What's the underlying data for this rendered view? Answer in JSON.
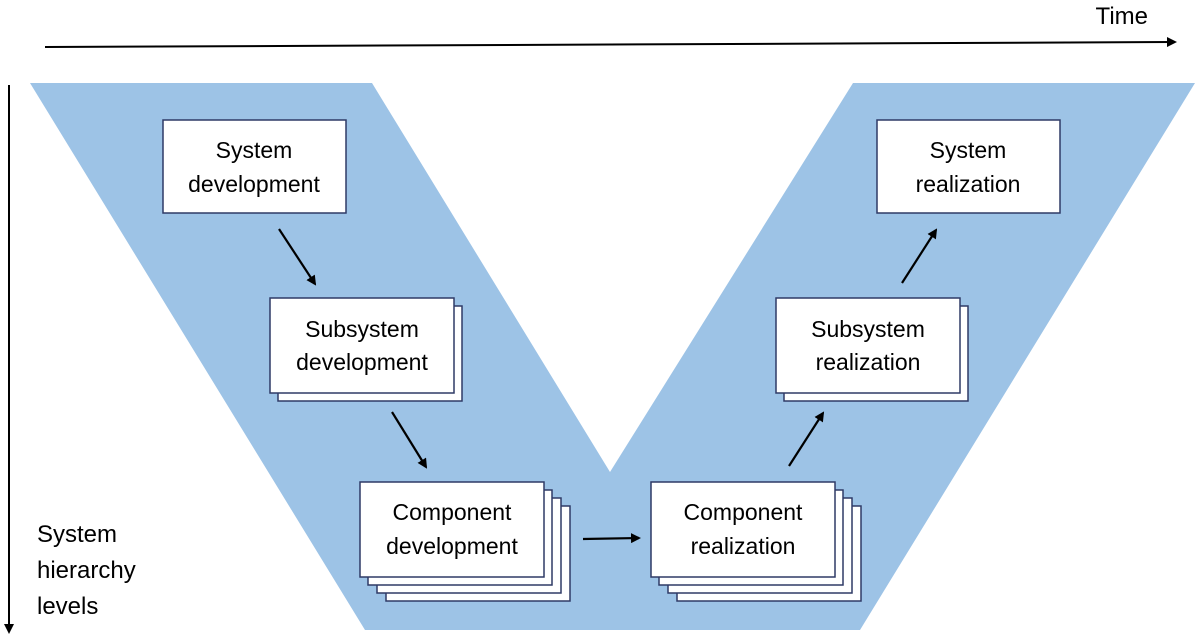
{
  "axes": {
    "time_label": "Time",
    "hierarchy_label": [
      "System",
      "hierarchy",
      "levels"
    ]
  },
  "boxes": {
    "system_development": [
      "System",
      "development"
    ],
    "subsystem_development": [
      "Subsystem",
      "development"
    ],
    "component_development": [
      "Component",
      "development"
    ],
    "component_realization": [
      "Component",
      "realization"
    ],
    "subsystem_realization": [
      "Subsystem",
      "realization"
    ],
    "system_realization": [
      "System",
      "realization"
    ]
  },
  "colors": {
    "v_fill": "#9dc3e6",
    "box_fill": "#ffffff",
    "box_stroke": "#2f3a66",
    "arrow": "#000000"
  }
}
